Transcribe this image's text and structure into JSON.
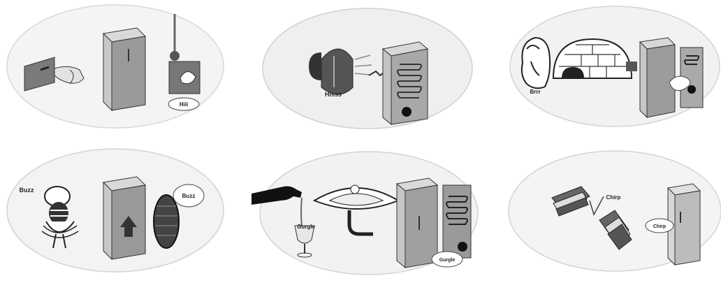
{
  "panels": [
    {
      "id": "electric-outlet",
      "bubble_text": "Hiii"
    },
    {
      "id": "helmet-hiss",
      "caption": "Hisss"
    },
    {
      "id": "bear-igloo",
      "caption": "Brrr"
    },
    {
      "id": "bee-buzz",
      "caption": "Buzz",
      "bubble_text": "Buzz"
    },
    {
      "id": "wine-sink",
      "caption": "Gurgle",
      "bubble_text": "Gurgle"
    },
    {
      "id": "bread-chirp",
      "caption": "Chirp",
      "bubble_text": "Chirp"
    }
  ]
}
